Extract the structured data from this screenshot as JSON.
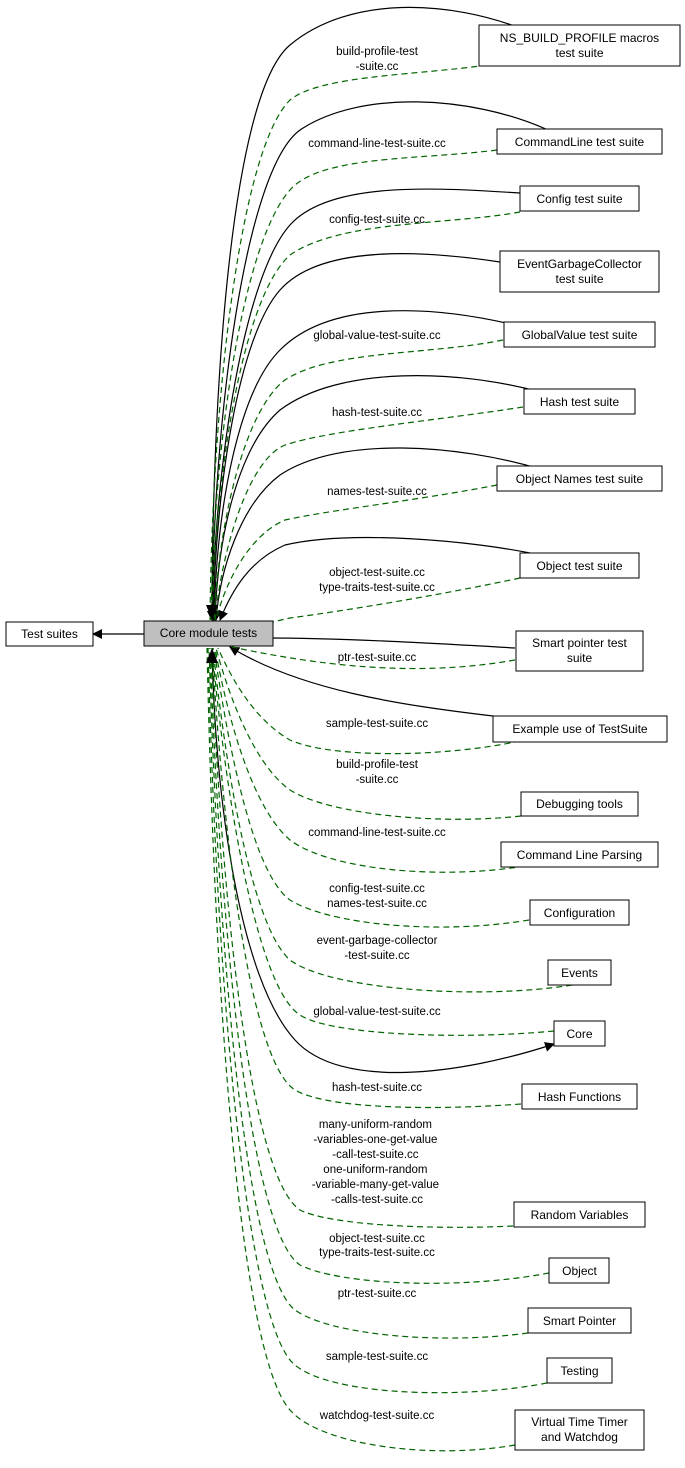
{
  "colors": {
    "node_fill": "#ffffff",
    "current_node_fill": "#bfbfbf",
    "solid_edge": "#000000",
    "dashed_edge": "#006400"
  },
  "nodes": {
    "test_suites": {
      "label": "Test suites"
    },
    "core_module_tests": {
      "label": "Core module tests"
    },
    "ns_build_profile": {
      "lines": [
        "NS_BUILD_PROFILE macros",
        "test suite"
      ]
    },
    "commandline_suite": {
      "label": "CommandLine test suite"
    },
    "config_suite": {
      "label": "Config test suite"
    },
    "event_gc_suite": {
      "lines": [
        "EventGarbageCollector",
        "test suite"
      ]
    },
    "globalvalue_suite": {
      "label": "GlobalValue test suite"
    },
    "hash_suite": {
      "label": "Hash test suite"
    },
    "object_names_suite": {
      "label": "Object Names test suite"
    },
    "object_suite": {
      "label": "Object test suite"
    },
    "smart_pointer_suite": {
      "lines": [
        "Smart pointer test",
        "suite"
      ]
    },
    "example_testsuite": {
      "label": "Example use of TestSuite"
    },
    "debugging_tools": {
      "label": "Debugging tools"
    },
    "command_line_parsing": {
      "label": "Command Line Parsing"
    },
    "configuration": {
      "label": "Configuration"
    },
    "events": {
      "label": "Events"
    },
    "core": {
      "label": "Core"
    },
    "hash_functions": {
      "label": "Hash Functions"
    },
    "random_variables": {
      "label": "Random Variables"
    },
    "object": {
      "label": "Object"
    },
    "smart_pointer": {
      "label": "Smart Pointer"
    },
    "testing": {
      "label": "Testing"
    },
    "virtual_time_timer": {
      "lines": [
        "Virtual Time Timer",
        "and Watchdog"
      ]
    }
  },
  "edge_labels": {
    "build_profile_top": [
      "build-profile-test",
      "-suite.cc"
    ],
    "command_line_top": [
      "command-line-test-suite.cc"
    ],
    "config_top": [
      "config-test-suite.cc"
    ],
    "global_value_top": [
      "global-value-test-suite.cc"
    ],
    "hash_top": [
      "hash-test-suite.cc"
    ],
    "names_top": [
      "names-test-suite.cc"
    ],
    "object_top": [
      "object-test-suite.cc",
      "type-traits-test-suite.cc"
    ],
    "ptr_top": [
      "ptr-test-suite.cc"
    ],
    "sample_top": [
      "sample-test-suite.cc"
    ],
    "build_profile_bottom": [
      "build-profile-test",
      "-suite.cc"
    ],
    "command_line_bottom": [
      "command-line-test-suite.cc"
    ],
    "config_names_bottom": [
      "config-test-suite.cc",
      "names-test-suite.cc"
    ],
    "event_gc_bottom": [
      "event-garbage-collector",
      "-test-suite.cc"
    ],
    "global_value_bottom": [
      "global-value-test-suite.cc"
    ],
    "hash_bottom": [
      "hash-test-suite.cc"
    ],
    "random_bottom": [
      "many-uniform-random",
      "-variables-one-get-value",
      "-call-test-suite.cc",
      "one-uniform-random",
      "-variable-many-get-value",
      "-calls-test-suite.cc"
    ],
    "object_bottom": [
      "object-test-suite.cc",
      "type-traits-test-suite.cc"
    ],
    "ptr_bottom": [
      "ptr-test-suite.cc"
    ],
    "sample_bottom": [
      "sample-test-suite.cc"
    ],
    "watchdog_bottom": [
      "watchdog-test-suite.cc"
    ]
  }
}
